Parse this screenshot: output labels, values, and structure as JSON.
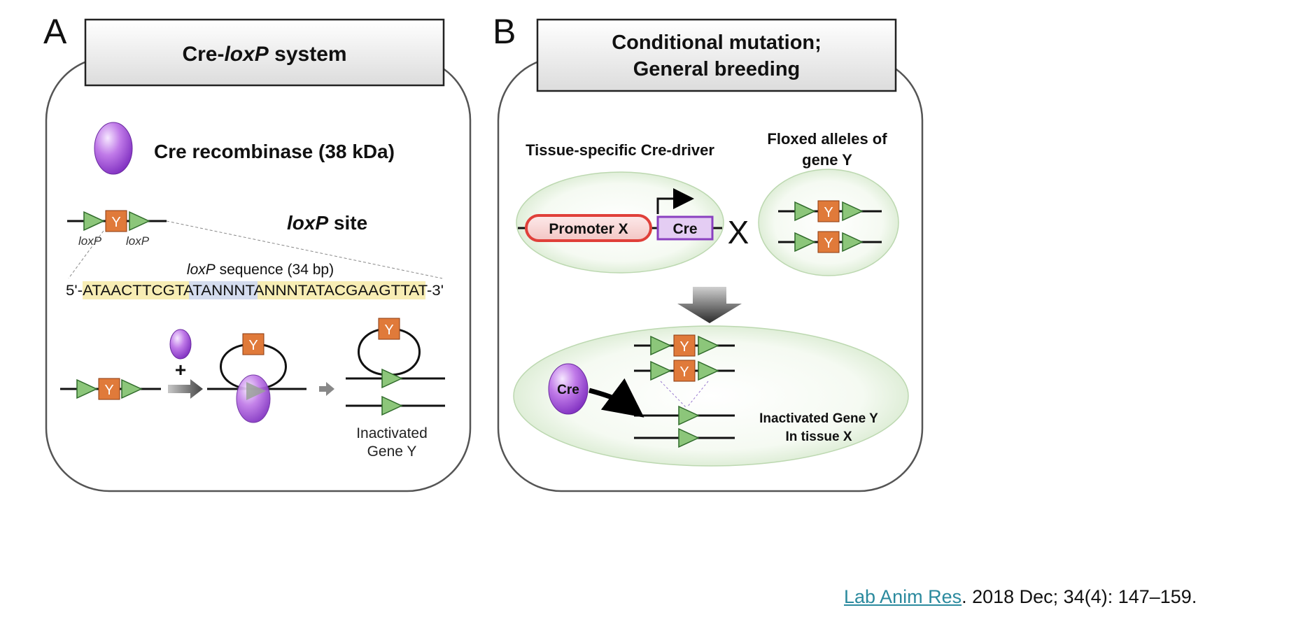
{
  "panel_a": {
    "letter": "A",
    "title_prefix": "Cre-",
    "title_italic": "loxP",
    "title_suffix": " system",
    "cre_label": "Cre recombinase (38 kDa)",
    "loxp_site_italic": "loxP",
    "loxp_site_suffix": " site",
    "gene_letter": "Y",
    "loxp_label_left": "loxP",
    "loxp_label_right": "loxP",
    "seq_title_italic": "loxP",
    "seq_title_suffix": " sequence (34 bp)",
    "seq_prefix": "5'-",
    "seq_left": "ATAACTTCGTATA",
    "seq_middle": "NNNTANNN",
    "seq_right": "TATACGAAGTTAT",
    "seq_suffix": "-3'",
    "plus": "+",
    "inactivated_line1": "Inactivated",
    "inactivated_line2": "Gene Y"
  },
  "panel_b": {
    "letter": "B",
    "title_line1": "Conditional mutation;",
    "title_line2": "General breeding",
    "driver_label": "Tissue-specific Cre-driver",
    "floxed_line1": "Floxed alleles of",
    "floxed_line2": "gene Y",
    "promoter_label": "Promoter X",
    "cre_box_label": "Cre",
    "cross_label": "X",
    "gene_letter": "Y",
    "cre_blob_label": "Cre",
    "result_line1": "Inactivated Gene Y",
    "result_line2": "In tissue X"
  },
  "citation": {
    "journal": "Lab Anim Res",
    "rest": ". 2018 Dec; 34(4): 147–159."
  },
  "colors": {
    "cre_purple": "#a050d8",
    "gene_orange": "#e07a3a",
    "loxp_green": "#8cc67a",
    "promoter_red": "#e0403a",
    "seq_yellow": "#f7edb4",
    "seq_blue": "#d4dcee",
    "link_teal": "#2b8a9e"
  }
}
